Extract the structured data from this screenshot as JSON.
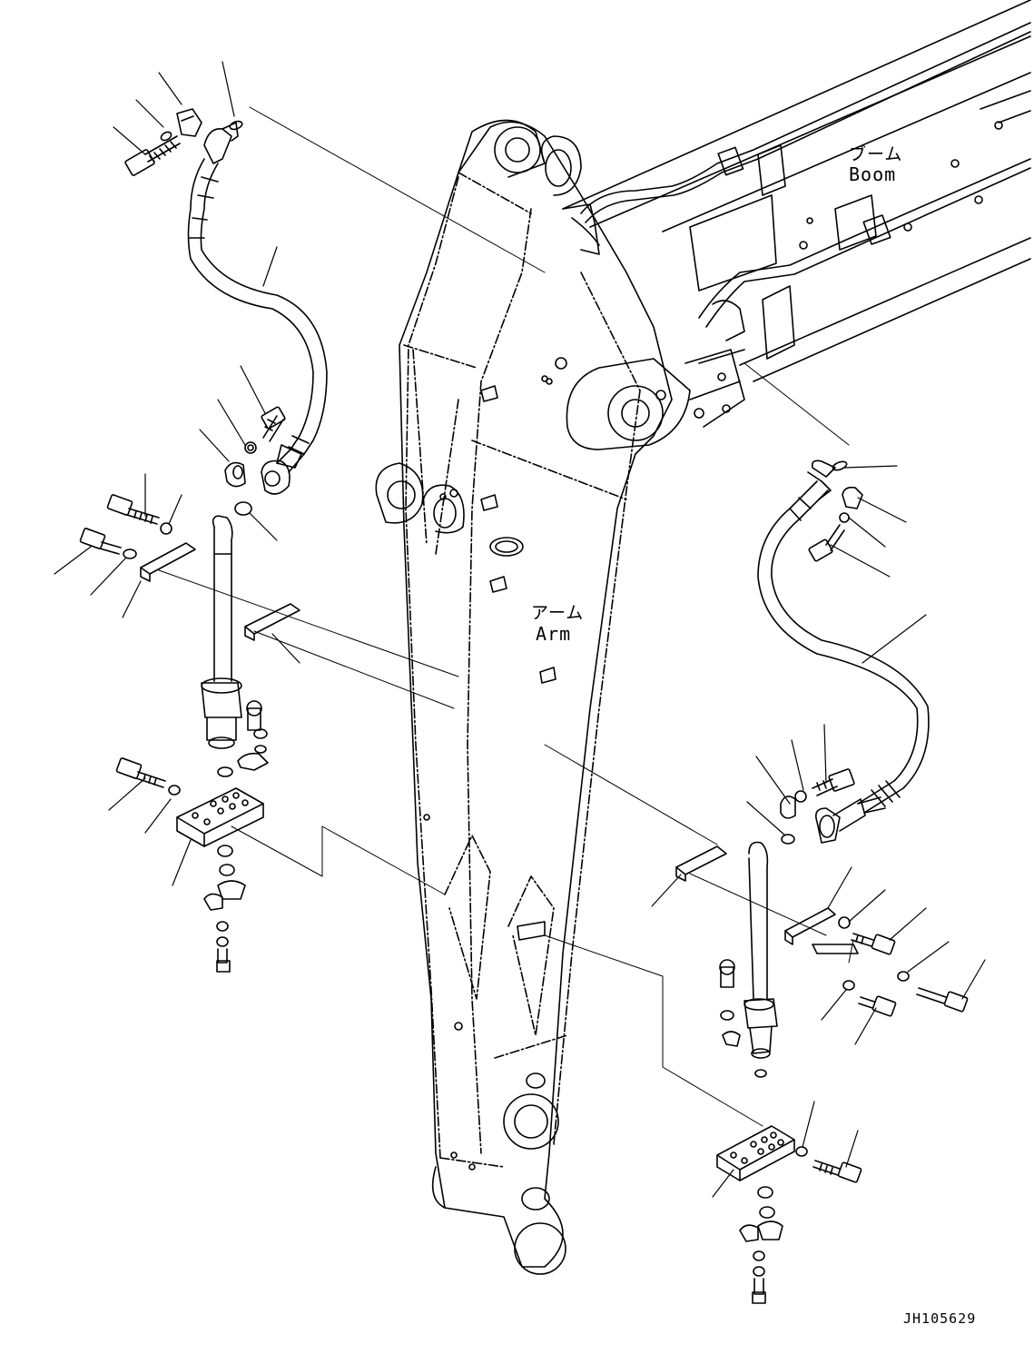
{
  "labels": {
    "boom_jp": "ブーム",
    "boom_en": "Boom",
    "arm_jp": "アーム",
    "arm_en": "Arm"
  },
  "drawing_code": "JH105629",
  "colors": {
    "line": "#000000",
    "background": "#ffffff"
  }
}
